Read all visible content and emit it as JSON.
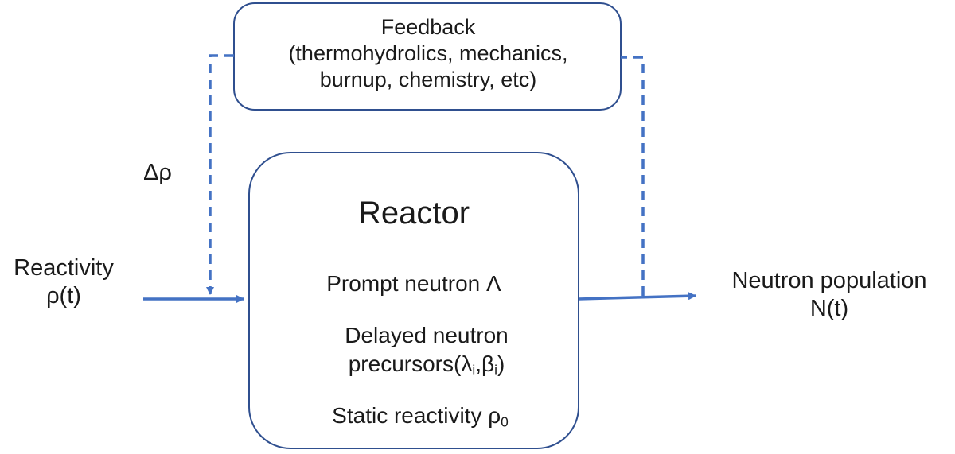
{
  "feedback": {
    "line1": "Feedback",
    "line2": "(thermohydrolics, mechanics,",
    "line3": "burnup, chemistry, etc)"
  },
  "reactor": {
    "title": "Reactor",
    "prompt": "Prompt neutron Λ",
    "delayed_line1": "Delayed neutron",
    "delayed_line2_prefix": "precursors(λ",
    "delayed_sub_1": "i",
    "delayed_comma": ",β",
    "delayed_sub_2": "i",
    "delayed_close": ")",
    "static_prefix": "Static reactivity ρ",
    "static_sub": "0"
  },
  "input": {
    "line1": "Reactivity",
    "line2": "ρ(t)"
  },
  "delta_rho": "Δρ",
  "output": {
    "line1": "Neutron population",
    "line2": "N(t)"
  },
  "colors": {
    "box_stroke": "#2f4f8f",
    "arrow": "#4472c4",
    "text": "#1a1a1a"
  }
}
